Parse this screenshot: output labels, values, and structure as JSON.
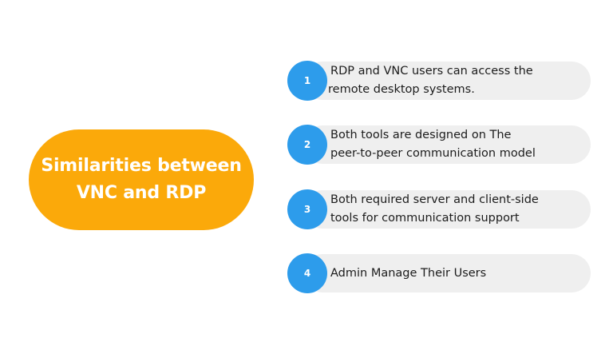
{
  "title": {
    "line1": "Similarities between",
    "line2": "VNC and RDP"
  },
  "items": [
    {
      "number": "1",
      "line1": "RDP and VNC users can access the",
      "line2": "remote desktop systems."
    },
    {
      "number": "2",
      "line1": "Both tools are designed on The",
      "line2": "peer-to-peer communication model"
    },
    {
      "number": "3",
      "line1": "Both required server and client-side",
      "line2": "tools for communication support"
    },
    {
      "number": "4",
      "line1": "Admin Manage Their Users",
      "line2": ""
    }
  ],
  "colors": {
    "title_fill": "#FBA90A",
    "number_circle": "#2D9CEB",
    "item_bar": "#EFEFEF",
    "text": "#1c1c1c"
  }
}
